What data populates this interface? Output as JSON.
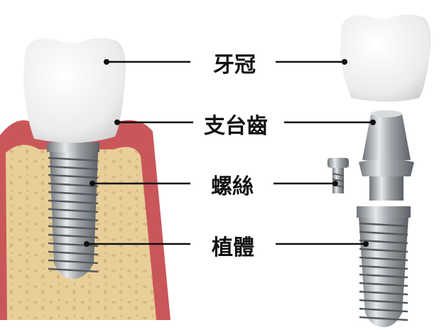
{
  "labels": {
    "crown": "牙冠",
    "abutment": "支台齒",
    "screw": "螺絲",
    "implant": "植體"
  },
  "colors": {
    "gum": "#c9575a",
    "bone": "#e8cf9a",
    "crown": "#f2f2f2",
    "metal": "#a9adb2",
    "leader": "#111111"
  }
}
